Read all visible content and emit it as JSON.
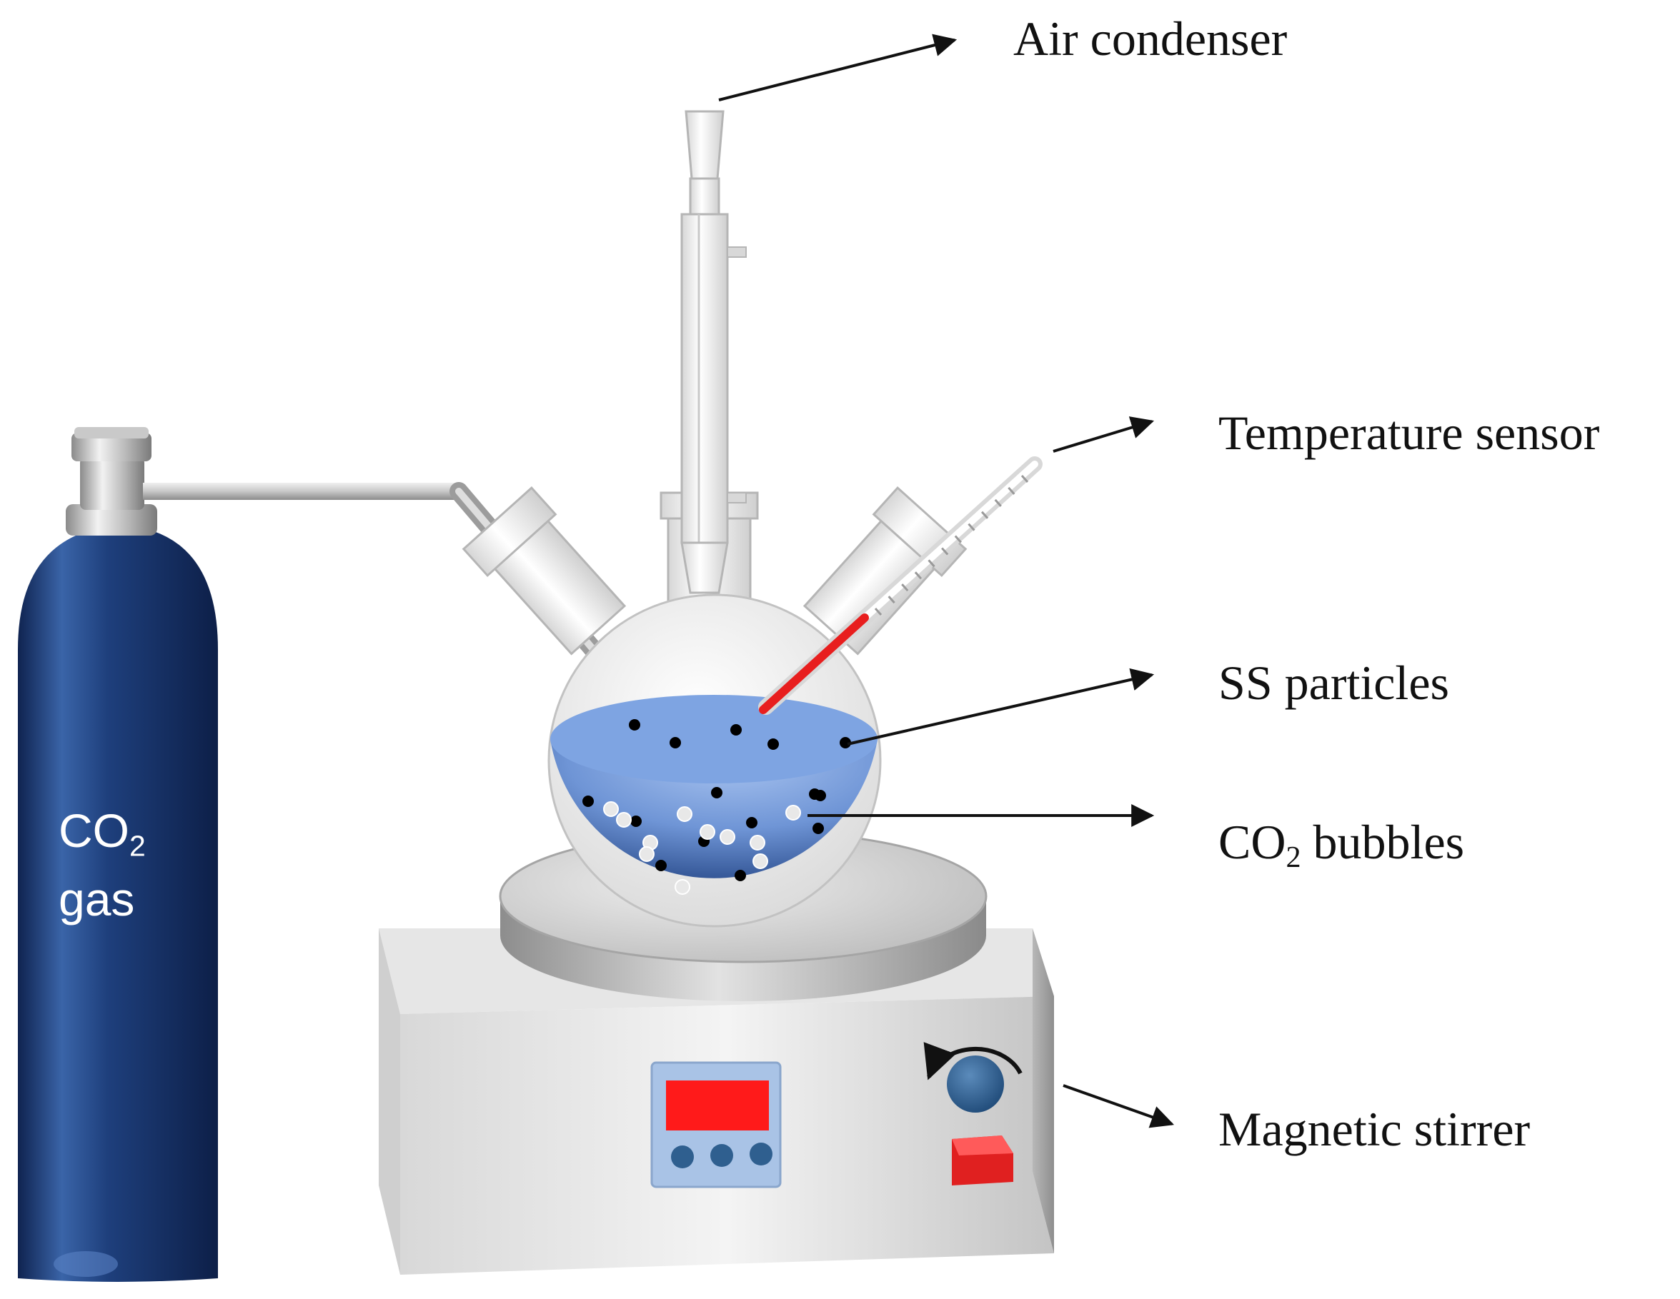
{
  "labels": {
    "air_condenser": "Air condenser",
    "temperature_sensor": "Temperature sensor",
    "ss_particles": "SS particles",
    "co2_bubbles_main": "CO",
    "co2_bubbles_sub": "2",
    "co2_bubbles_rest": " bubbles",
    "magnetic_stirrer": "Magnetic stirrer"
  },
  "cylinder": {
    "line1_main": "CO",
    "line1_sub": "2",
    "line2": "gas"
  },
  "colors": {
    "cylinder": "#1f3f7a",
    "liquid": "#6f95d6",
    "display": "#ff1a1a",
    "switch": "#e02020",
    "knob": "#2f5f8f",
    "particle": "#000000",
    "bubble": "#e8e8e8"
  }
}
